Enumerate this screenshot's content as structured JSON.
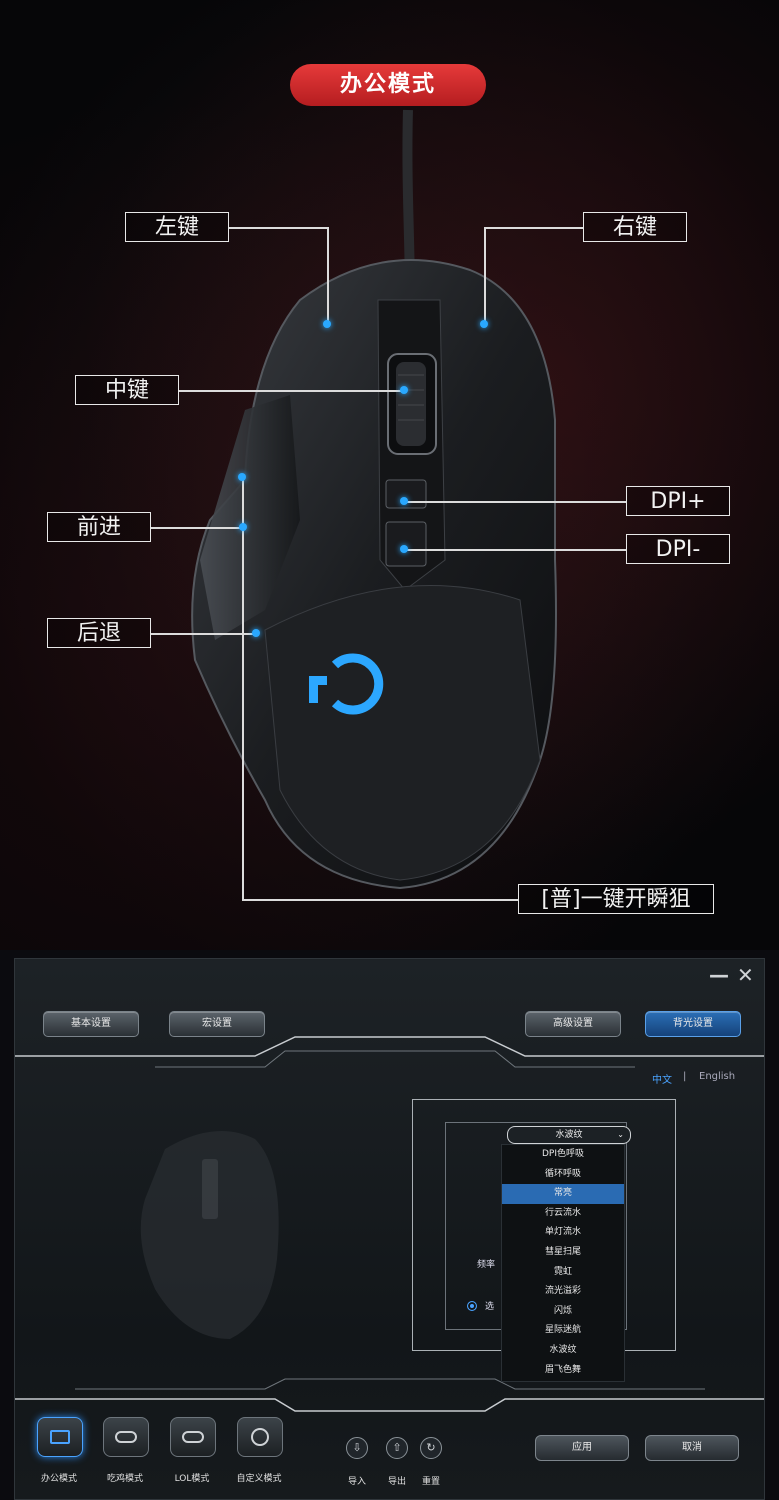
{
  "hero": {
    "mode_title": "办公模式",
    "callouts": {
      "left_key": "左键",
      "right_key": "右键",
      "middle_key": "中键",
      "forward": "前进",
      "back": "后退",
      "dpi_up": "DPI+",
      "dpi_down": "DPI-",
      "sniper": "[普]一键开瞬狙"
    }
  },
  "app": {
    "window_controls": {
      "minimize": "—",
      "close": "✕"
    },
    "top_buttons": {
      "basic": "基本设置",
      "macro": "宏设置",
      "advanced": "高级设置",
      "lighting": "背光设置"
    },
    "language": {
      "chinese": "中文",
      "separator": "|",
      "english": "English"
    },
    "lighting_panel": {
      "selected_effect": "水波纹",
      "options": [
        "DPI色呼吸",
        "循环呼吸",
        "常亮",
        "行云流水",
        "单灯流水",
        "彗星扫尾",
        "霓虹",
        "流光溢彩",
        "闪烁",
        "星际迷航",
        "水波纹",
        "眉飞色舞"
      ],
      "highlighted_option": "常亮",
      "frequency_label": "频率",
      "radio_label": "选"
    },
    "modes": [
      "办公模式",
      "吃鸡模式",
      "LOL模式",
      "自定义模式"
    ],
    "tools": [
      "导入",
      "导出",
      "重置"
    ],
    "apply": "应用",
    "cancel": "取消"
  },
  "colors": {
    "accent_red": "#d62a2a",
    "accent_blue": "#29a8ff",
    "highlight": "#2a6bb3"
  }
}
